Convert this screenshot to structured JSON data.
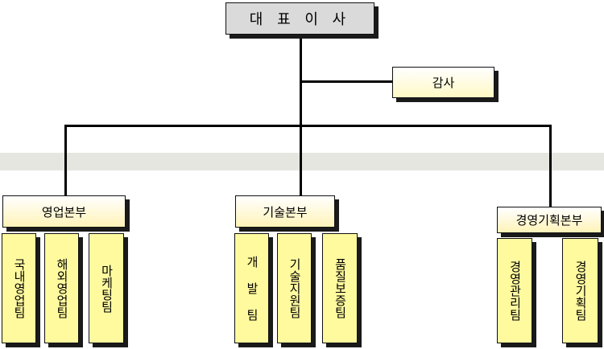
{
  "ceo": "대 표 이 사",
  "audit": "감사",
  "divisions": [
    {
      "name": "영업본부",
      "teams": [
        "국내영업팀",
        "해외영업팀",
        "마케팅팀"
      ]
    },
    {
      "name": "기술본부",
      "teams": [
        "개 발 팀",
        "기술지원팀",
        "품질보증팀"
      ]
    },
    {
      "name": "경영기획본부",
      "teams": [
        "경영관리팀",
        "경영기획팀"
      ]
    }
  ]
}
